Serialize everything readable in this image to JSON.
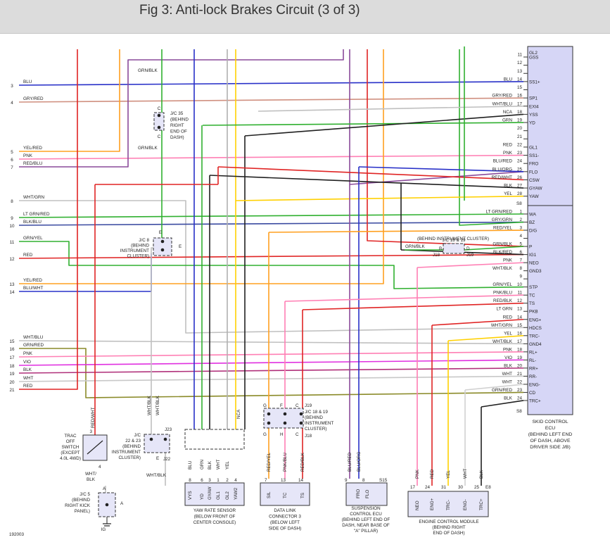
{
  "title": "Fig 3: Anti-lock Brakes Circuit (3 of 3)",
  "figure_id": "192003",
  "colors": {
    "blu": "#2830c8",
    "red": "#e02424",
    "grn": "#30b030",
    "yel": "#ffd000",
    "org": "#ffa020",
    "pnk": "#ff7fb4",
    "vio": "#e030e0",
    "wht": "#c0c0c0",
    "gry": "#a0a0a0",
    "blk": "#202020",
    "purple": "#8a4a9a",
    "olive": "#8a8a28",
    "ecu_fill": "#d6d6f6",
    "brown": "#b07040"
  },
  "left_wires": [
    {
      "num": "3",
      "label": "BLU"
    },
    {
      "num": "4",
      "label": "GRY/RED"
    },
    {
      "num": "5",
      "label": "YEL/RED"
    },
    {
      "num": "6",
      "label": "PNK"
    },
    {
      "num": "7",
      "label": "RED/BLU"
    },
    {
      "num": "8",
      "label": "WHT/GRN"
    },
    {
      "num": "9",
      "label": "LT GRN/RED"
    },
    {
      "num": "10",
      "label": "BLK/BLU"
    },
    {
      "num": "11",
      "label": "GRN/YEL"
    },
    {
      "num": "12",
      "label": "RED"
    },
    {
      "num": "13",
      "label": "YEL/RED"
    },
    {
      "num": "14",
      "label": "BLU/WHT"
    },
    {
      "num": "15",
      "label": "WHT/BLU"
    },
    {
      "num": "16",
      "label": "GRN/RED"
    },
    {
      "num": "17",
      "label": "PNK"
    },
    {
      "num": "18",
      "label": "VIO"
    },
    {
      "num": "19",
      "label": "BLK"
    },
    {
      "num": "20",
      "label": "WHT"
    },
    {
      "num": "21",
      "label": "RED"
    }
  ],
  "ecu_pins": [
    {
      "pin": "11",
      "wire": "",
      "name": "GSS"
    },
    {
      "pin": "12",
      "wire": "",
      "name": ""
    },
    {
      "pin": "13",
      "wire": "",
      "name": ""
    },
    {
      "pin": "14",
      "wire": "BLU",
      "name": "SS1+"
    },
    {
      "pin": "15",
      "wire": "",
      "name": ""
    },
    {
      "pin": "16",
      "wire": "GRY/RED",
      "name": "SP1"
    },
    {
      "pin": "17",
      "wire": "WHT/BLU",
      "name": "EXI4"
    },
    {
      "pin": "18",
      "wire": "NCA",
      "name": "YSS"
    },
    {
      "pin": "19",
      "wire": "GRN",
      "name": "YD"
    },
    {
      "pin": "20",
      "wire": "",
      "name": ""
    },
    {
      "pin": "21",
      "wire": "",
      "name": ""
    },
    {
      "pin": "22",
      "wire": "RED",
      "name": "GL1"
    },
    {
      "pin": "23",
      "wire": "PNK",
      "name": "SS1-"
    },
    {
      "pin": "24",
      "wire": "BLU/RED",
      "name": "FRO"
    },
    {
      "pin": "25",
      "wire": "BLU/ORG",
      "name": "FLO"
    },
    {
      "pin": "26",
      "wire": "RED/WHT",
      "name": "CSW"
    },
    {
      "pin": "27",
      "wire": "BLK",
      "name": "GYAW"
    },
    {
      "pin": "28",
      "wire": "YEL",
      "name": "YAW"
    },
    {
      "pin": "1",
      "wire": "LT GRN/RED",
      "name": "WA"
    },
    {
      "pin": "2",
      "wire": "GRY/GRN",
      "name": "BZ"
    },
    {
      "pin": "3",
      "wire": "RED/YEL",
      "name": "D/G"
    },
    {
      "pin": "4",
      "wire": "",
      "name": ""
    },
    {
      "pin": "5",
      "wire": "GRN/BLK",
      "name": "P"
    },
    {
      "pin": "6",
      "wire": "BLK/RED",
      "name": "IG1"
    },
    {
      "pin": "7",
      "wire": "PNK",
      "name": "NEO"
    },
    {
      "pin": "8",
      "wire": "WHT/BLK",
      "name": "GND3"
    },
    {
      "pin": "9",
      "wire": "",
      "name": ""
    },
    {
      "pin": "10",
      "wire": "GRN/YEL",
      "name": "STP"
    },
    {
      "pin": "11",
      "wire": "PNK/BLU",
      "name": "TC"
    },
    {
      "pin": "12",
      "wire": "RED/BLK",
      "name": "TS"
    },
    {
      "pin": "13",
      "wire": "LT GRN",
      "name": "PKB"
    },
    {
      "pin": "14",
      "wire": "RED",
      "name": "ENG+"
    },
    {
      "pin": "15",
      "wire": "WHT/GRN",
      "name": "HDCS"
    },
    {
      "pin": "16",
      "wire": "YEL",
      "name": "TRC-"
    },
    {
      "pin": "17",
      "wire": "WHT/BLK",
      "name": "GND4"
    },
    {
      "pin": "18",
      "wire": "PNK",
      "name": "RL+"
    },
    {
      "pin": "19",
      "wire": "VIO",
      "name": "RL-"
    },
    {
      "pin": "20",
      "wire": "BLK",
      "name": "RR+"
    },
    {
      "pin": "21",
      "wire": "WHT",
      "name": "RR-"
    },
    {
      "pin": "22",
      "wire": "WHT",
      "name": "ENG-"
    },
    {
      "pin": "23",
      "wire": "GRN/RED",
      "name": "CD"
    },
    {
      "pin": "24",
      "wire": "BLK",
      "name": "TRC+"
    }
  ],
  "ecu": {
    "top_label": "GL2",
    "connector_top": "S8",
    "connector_bottom": "S8",
    "label_lines": [
      "SKID CONTROL",
      "ECU",
      "(BEHIND LEFT END",
      "OF DASH, ABOVE",
      "DRIVER SIDE J/B)"
    ]
  },
  "junctions": {
    "jc35": {
      "lines": [
        "J/C 35",
        "(BEHIND",
        "RIGHT",
        "END OF",
        "DASH)"
      ],
      "pin_top": "C",
      "pin_bottom": "C",
      "wire_above": "GRN/BLK",
      "wire_below": "GRN/BLK"
    },
    "jc8": {
      "lines": [
        "J/C 8",
        "(BEHIND",
        "INSTRUMENT",
        "CLUSTER)"
      ],
      "pin_top": "E",
      "pin_right": "E"
    },
    "jc1819_top": {
      "lines": [
        "J/C 18 & 19"
      ],
      "pin_left": "B",
      "pin_right": "D",
      "conn_left": "J18",
      "conn_right": "J19",
      "wire_left": "GRN/BLK",
      "note": "(BEHIND INSTRUMENT CLUSTER)"
    },
    "jc1819_bottom": {
      "lines": [
        "J/C 18 & 19",
        "(BEHIND",
        "INSTRUMENT",
        "CLUSTER)"
      ],
      "pins_top": [
        "G",
        "F",
        "C"
      ],
      "pins_bottom": [
        "G",
        "H",
        "C"
      ],
      "conn_top": "J19",
      "conn_bottom": "J18"
    },
    "jc2223": {
      "lines": [
        "J/C",
        "22 & 23",
        "(BEHIND",
        "INSTRUMENT",
        "CLUSTER)"
      ],
      "conn_top": "J23",
      "conn_bottom": "J22",
      "pins_top": [
        "D",
        "D"
      ],
      "pin_bottom": "E",
      "wires": [
        "WHT/BLK",
        "WHT/BLK"
      ],
      "wire_below": "WHT/BLK"
    },
    "jc5": {
      "lines": [
        "J/C 5",
        "(BEHIND",
        "RIGHT KICK",
        "PANEL)"
      ],
      "pin_top": "A",
      "pin_right": "A",
      "ground": "IG"
    }
  },
  "trac_switch": {
    "lines": [
      "TRAC",
      "OFF",
      "SWITCH",
      "(EXCEPT",
      "4.0L 4WD)"
    ],
    "wire": "RED/WHT",
    "pin_top": "3",
    "pin_bottom": "4"
  },
  "yaw_sensor": {
    "pins": [
      "8",
      "6",
      "3",
      "1",
      "2",
      "4"
    ],
    "wires": [
      "BLU",
      "GRN",
      "BLK",
      "WHT",
      "YEL"
    ],
    "terminals": [
      "VYS",
      "YD",
      "GYAW",
      "GL1",
      "GL2",
      "YAW2"
    ],
    "lines": [
      "YAW RATE SENSOR",
      "(BELOW FRONT OF",
      "CENTER CONSOLE)"
    ],
    "nca": "NCA"
  },
  "dlc3": {
    "pins": [
      "7",
      "13",
      "14"
    ],
    "wires": [
      "RED/YEL",
      "PNK/BLU",
      "RED/BLK"
    ],
    "terminals": [
      "SIL",
      "TC",
      "TS"
    ],
    "lines": [
      "DATA LINK",
      "CONNECTOR 3",
      "(BELOW LEFT",
      "SIDE OF DASH)"
    ]
  },
  "suspension": {
    "pins": [
      "9",
      "8"
    ],
    "conn": "S15",
    "wires": [
      "BLU/RED",
      "BLU/ORG"
    ],
    "terminals": [
      "FRO",
      "FLO"
    ],
    "lines": [
      "SUSPENSION",
      "CONTROL ECU",
      "(BEHIND LEFT END OF",
      "DASH, NEAR BASE OF",
      "\"A\" PILLAR)"
    ]
  },
  "engine_ecm": {
    "pins": [
      "17",
      "24",
      "31",
      "30",
      "25"
    ],
    "conn": "E8",
    "wires": [
      "PNK",
      "RED",
      "YEL",
      "WHT",
      "BLK"
    ],
    "terminals": [
      "NEO",
      "ENG+",
      "TRC-",
      "ENG-",
      "TRC+"
    ],
    "lines": [
      "ENGINE CONTROL MODULE",
      "(BEHIND RIGHT",
      "END OF DASH)"
    ]
  }
}
